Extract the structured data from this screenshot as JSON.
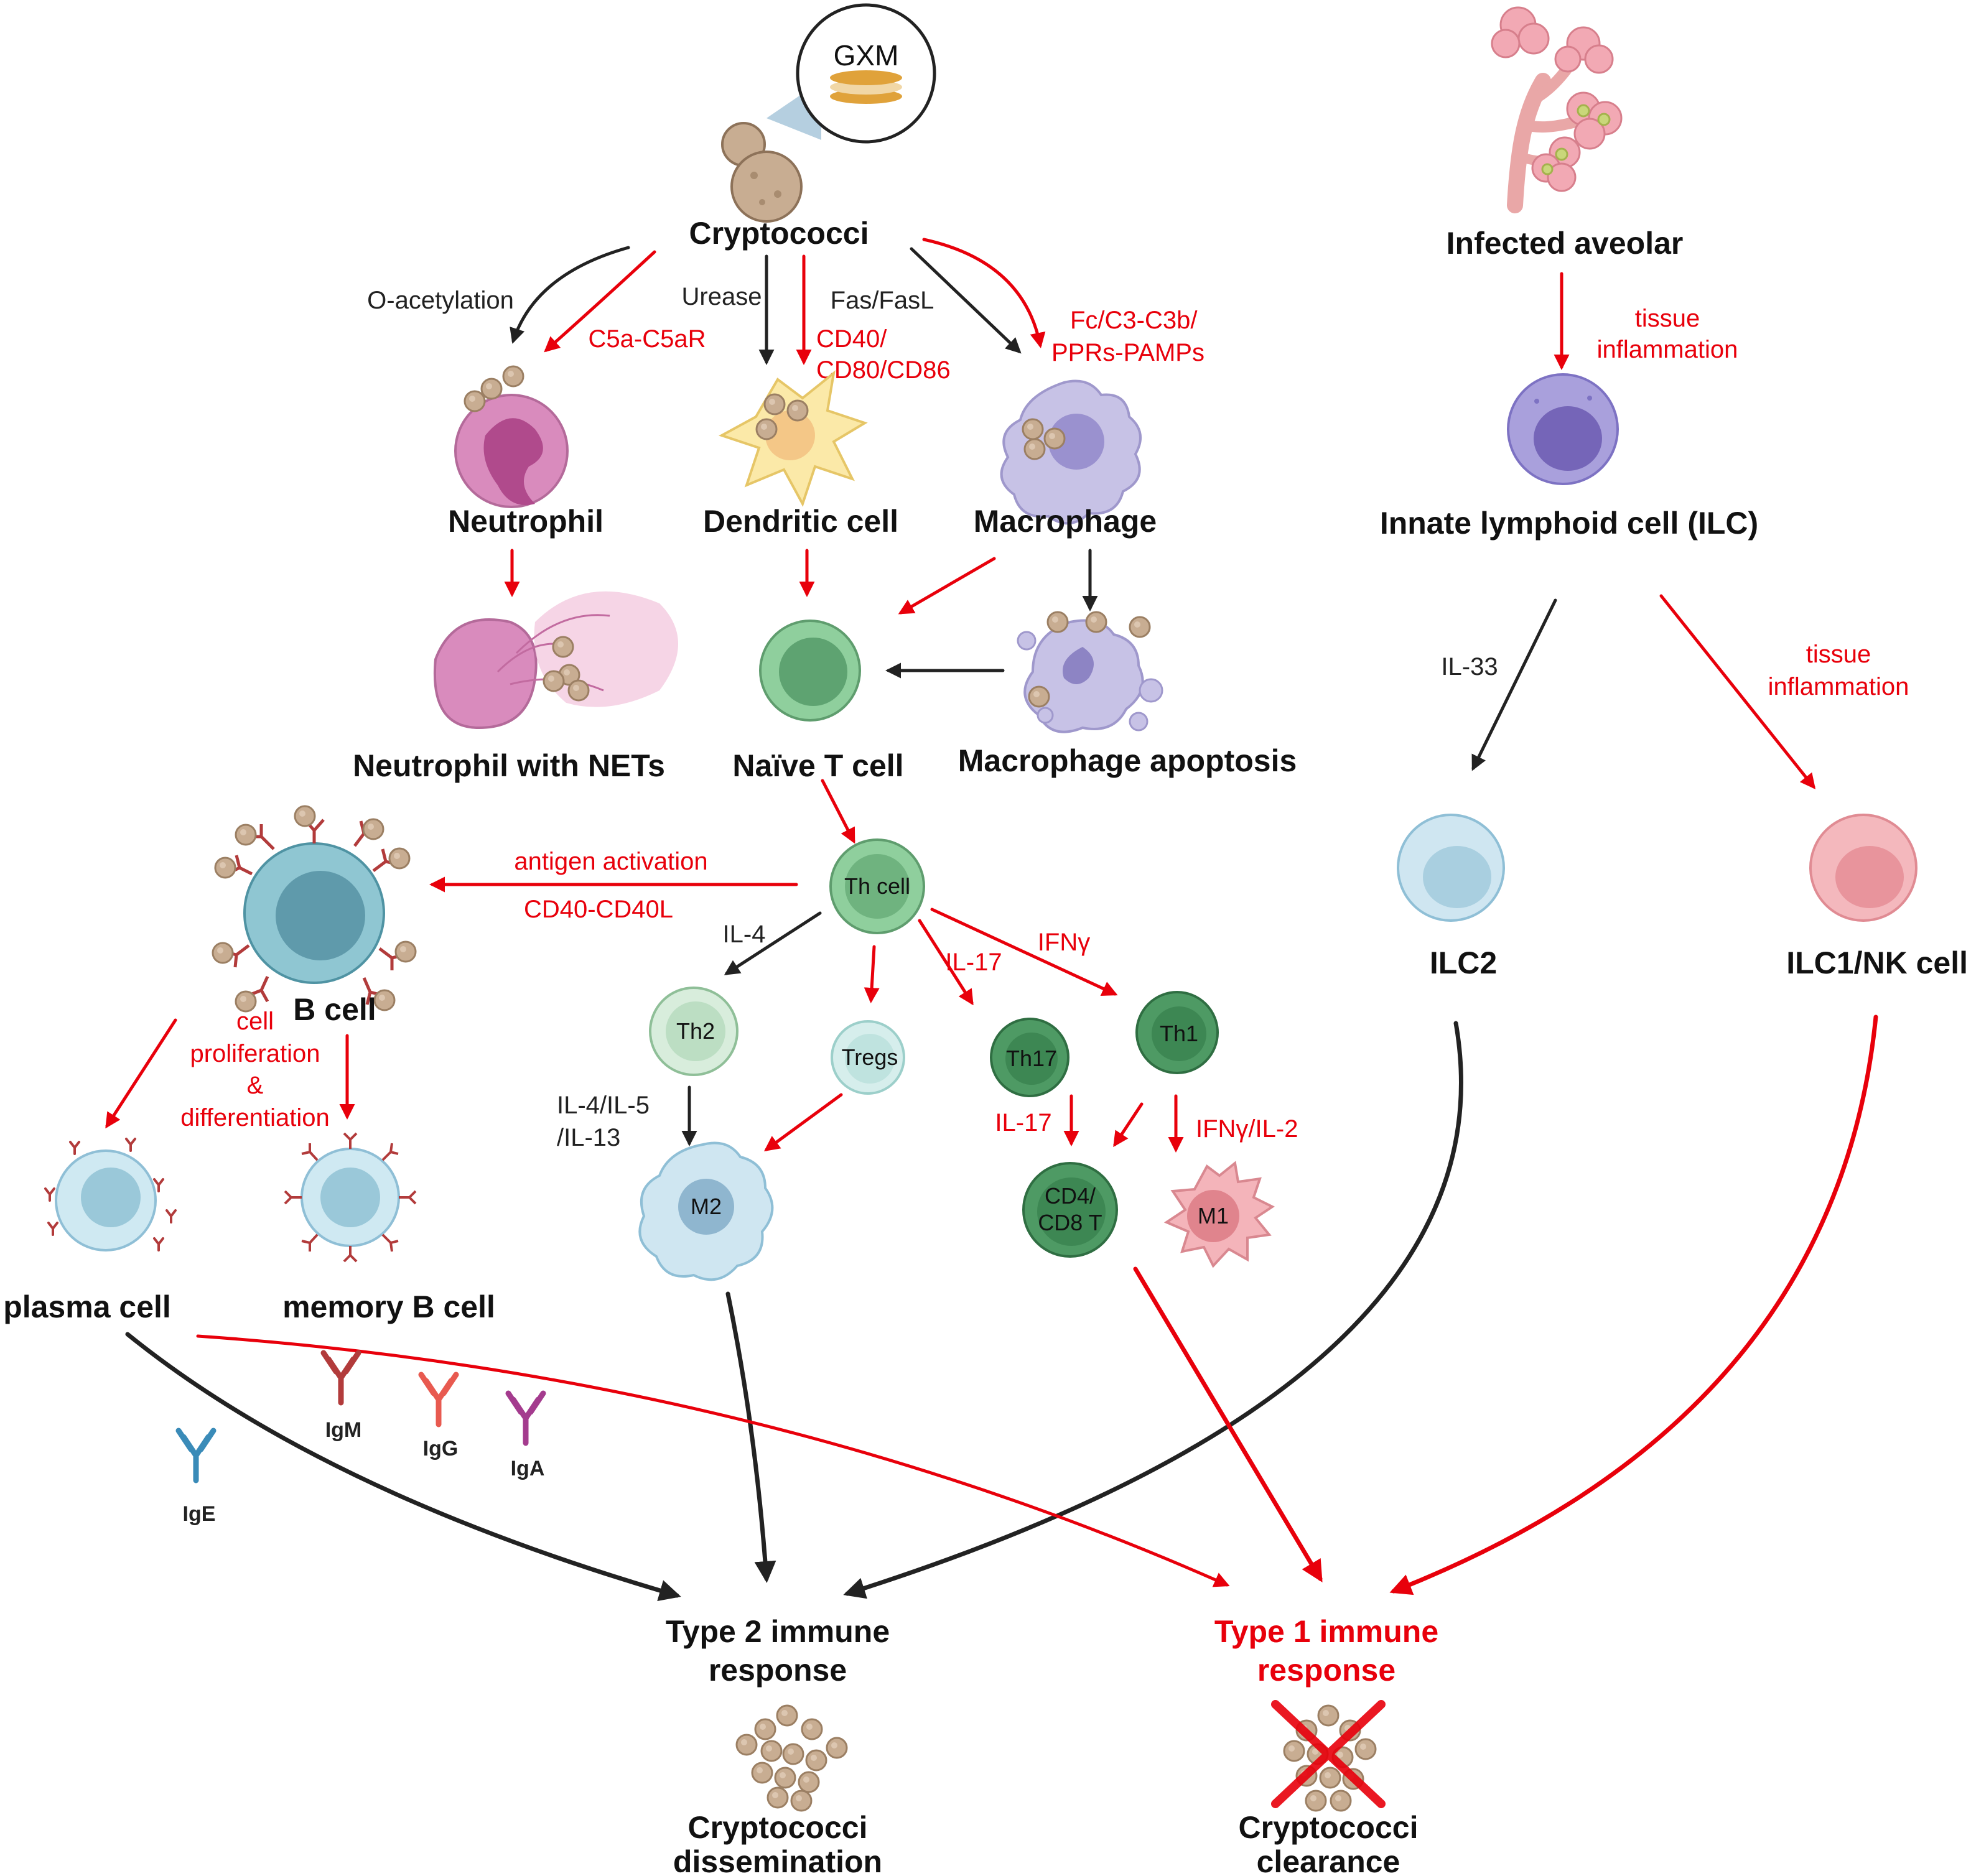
{
  "colors": {
    "red_arrow": "#e8000b",
    "black_arrow": "#222222",
    "cryptococci": "#c8ad92",
    "neutrophil": "#d98bbd",
    "dendritic": "#fbe9a8",
    "macrophage": "#c7c2e6",
    "naive_t": "#8fcf9d",
    "b_cell": "#8fc6d2",
    "ilc": "#a9a0dc",
    "ilc2": "#cfe6f1",
    "ilc1_nk": "#f4b8bd",
    "m1": "#f4b4ba",
    "m2": "#cfe6f1",
    "th1_th17_cd": "#4e9a64",
    "ige": "#3a8bb8",
    "igm": "#b23b3b",
    "igg": "#e85a50",
    "iga": "#a43b8e"
  },
  "nodes": {
    "gxm": "GXM",
    "cryptococci": "Cryptococci",
    "infected_alveolar": "Infected aveolar",
    "neutrophil": "Neutrophil",
    "dendritic_cell": "Dendritic cell",
    "macrophage": "Macrophage",
    "ilc": "Innate lymphoid cell (ILC)",
    "neutrophil_nets": "Neutrophil with NETs",
    "naive_t_cell": "Naïve T cell",
    "macrophage_apoptosis": "Macrophage apoptosis",
    "th_cell": "Th cell",
    "b_cell": "B cell",
    "th2": "Th2",
    "tregs": "Tregs",
    "th17": "Th17",
    "th1": "Th1",
    "m2": "M2",
    "cd48t_line1": "CD4/",
    "cd48t_line2": "CD8 T",
    "m1": "M1",
    "ilc2": "ILC2",
    "ilc1_nk": "ILC1/NK cell",
    "plasma_cell": "plasma cell",
    "memory_b_cell": "memory B cell",
    "type2_line1": "Type 2 immune",
    "type2_line2": "response",
    "type1_line1": "Type 1 immune",
    "type1_line2": "response",
    "dissemination_line1": "Cryptococci",
    "dissemination_line2": "dissemination",
    "clearance_line1": "Cryptococci",
    "clearance_line2": "clearance"
  },
  "edge_labels": {
    "o_acetylation": "O-acetylation",
    "c5a_c5ar": "C5a-C5aR",
    "urease": "Urease",
    "cd40_line1": "CD40/",
    "cd40_line2": "CD80/CD86",
    "fas_fasl": "Fas/FasL",
    "fc_line1": "Fc/C3-C3b/",
    "fc_line2": "PPRs-PAMPs",
    "tissue_infl_1_line1": "tissue",
    "tissue_infl_1_line2": "inflammation",
    "tissue_infl_2_line1": "tissue",
    "tissue_infl_2_line2": "inflammation",
    "il33": "IL-33",
    "antigen_activation": "antigen activation",
    "cd40_cd40l": "CD40-CD40L",
    "il4": "IL-4",
    "il17_a": "IL-17",
    "ifng": "IFNγ",
    "il4_il5_line1": "IL-4/IL-5",
    "il4_il5_line2": "/IL-13",
    "il17_b": "IL-17",
    "ifng_il2": "IFNγ/IL-2",
    "prolif_line1": "cell",
    "prolif_line2": "proliferation",
    "prolif_line3": "&",
    "prolif_line4": "differentiation"
  },
  "antibodies": {
    "ige": "IgE",
    "igm": "IgM",
    "igg": "IgG",
    "iga": "IgA"
  }
}
